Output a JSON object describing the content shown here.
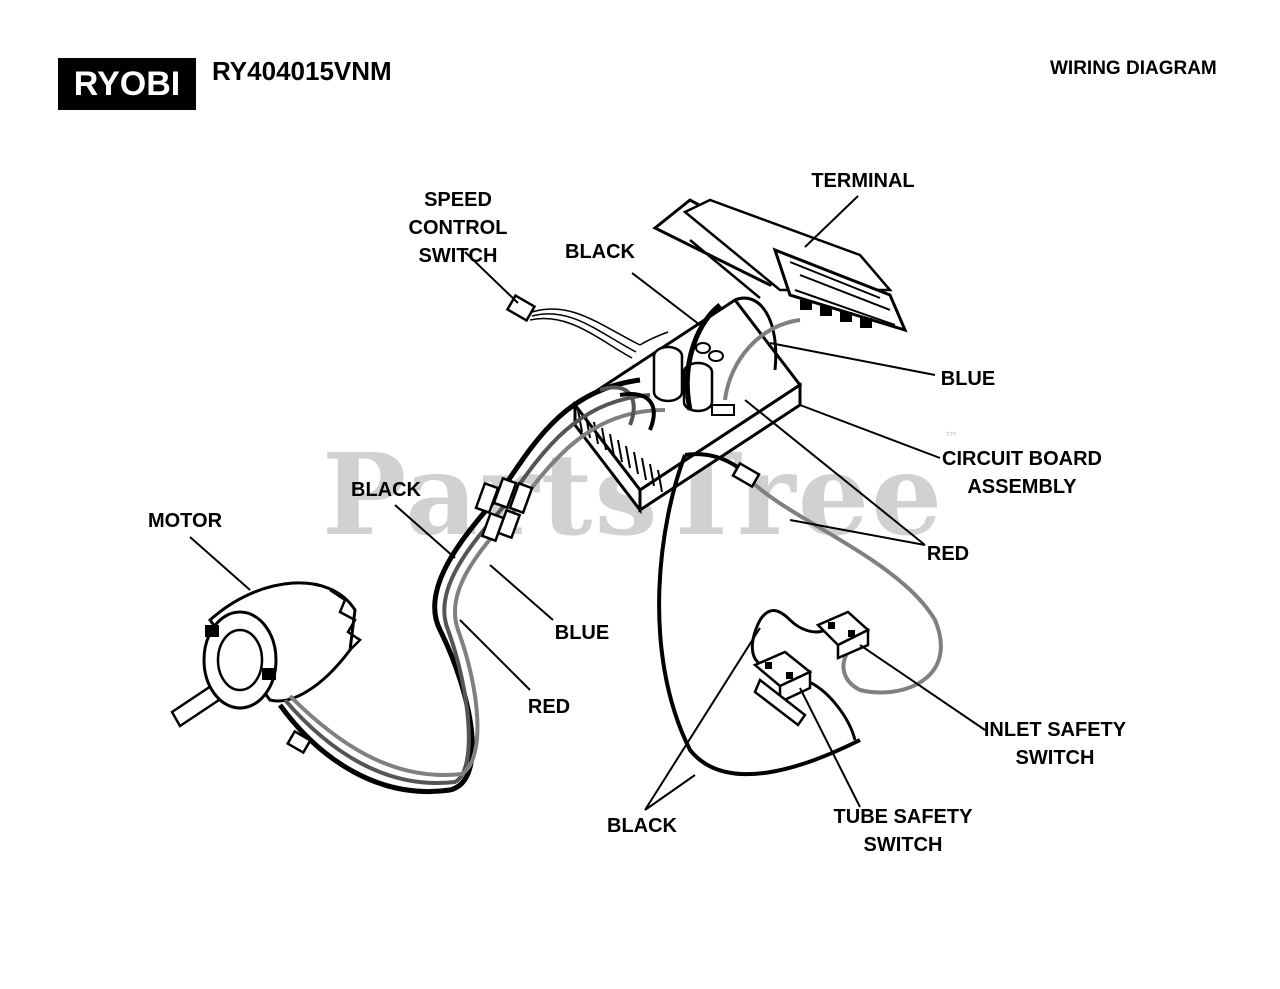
{
  "header": {
    "brand": "RYOBI",
    "model": "RY404015VNM",
    "doc_title": "WIRING DIAGRAM"
  },
  "watermark": {
    "text": "PartsTree",
    "tm": "™"
  },
  "labels": {
    "speed_control_switch": "SPEED CONTROL\nSWITCH",
    "terminal": "TERMINAL",
    "black_top": "BLACK",
    "blue_right": "BLUE",
    "circuit_board_assembly": "CIRCUIT BOARD\nASSEMBLY",
    "red_right": "RED",
    "motor": "MOTOR",
    "black_left": "BLACK",
    "blue_left": "BLUE",
    "red_left": "RED",
    "inlet_safety_switch": "INLET SAFETY\nSWITCH",
    "tube_safety_switch": "TUBE SAFETY\nSWITCH",
    "black_bottom": "BLACK"
  },
  "wire_colors": {
    "black": "#000000",
    "blue": "#555555",
    "red": "#808080"
  }
}
